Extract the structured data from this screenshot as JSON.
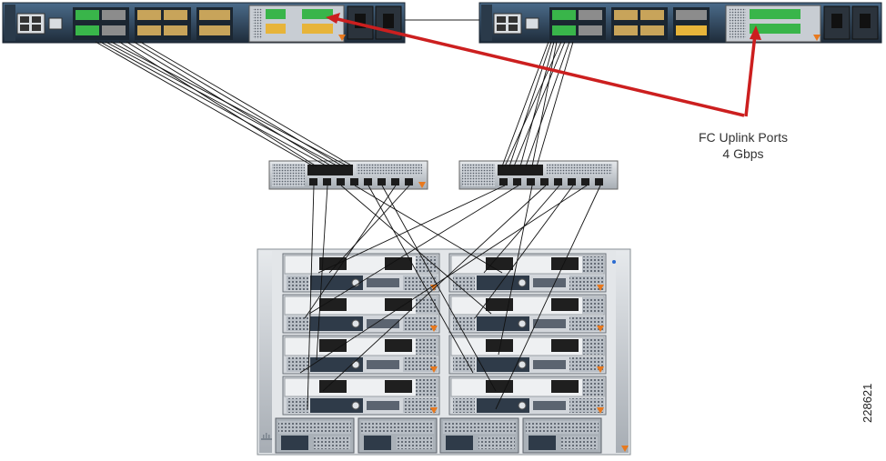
{
  "callout": {
    "line1": "FC Uplink Ports",
    "line2": "4 Gbps"
  },
  "figure_id": "228621",
  "devices": {
    "fabric_interconnects": [
      {
        "name": "fabric-interconnect-a"
      },
      {
        "name": "fabric-interconnect-b"
      }
    ],
    "fabric_extenders": [
      {
        "name": "fabric-extender-a"
      },
      {
        "name": "fabric-extender-b"
      }
    ],
    "chassis": {
      "name": "blade-chassis",
      "blade_slots": 8,
      "psu_count": 4
    }
  },
  "colors": {
    "chassis_body": "#9aa3ad",
    "bezel_dark": "#2f3b49",
    "port_green": "#39b54a",
    "port_gold": "#c8a45a",
    "arrow_red": "#cc1f1f",
    "cable": "#111111",
    "warning": "#e8791e"
  }
}
